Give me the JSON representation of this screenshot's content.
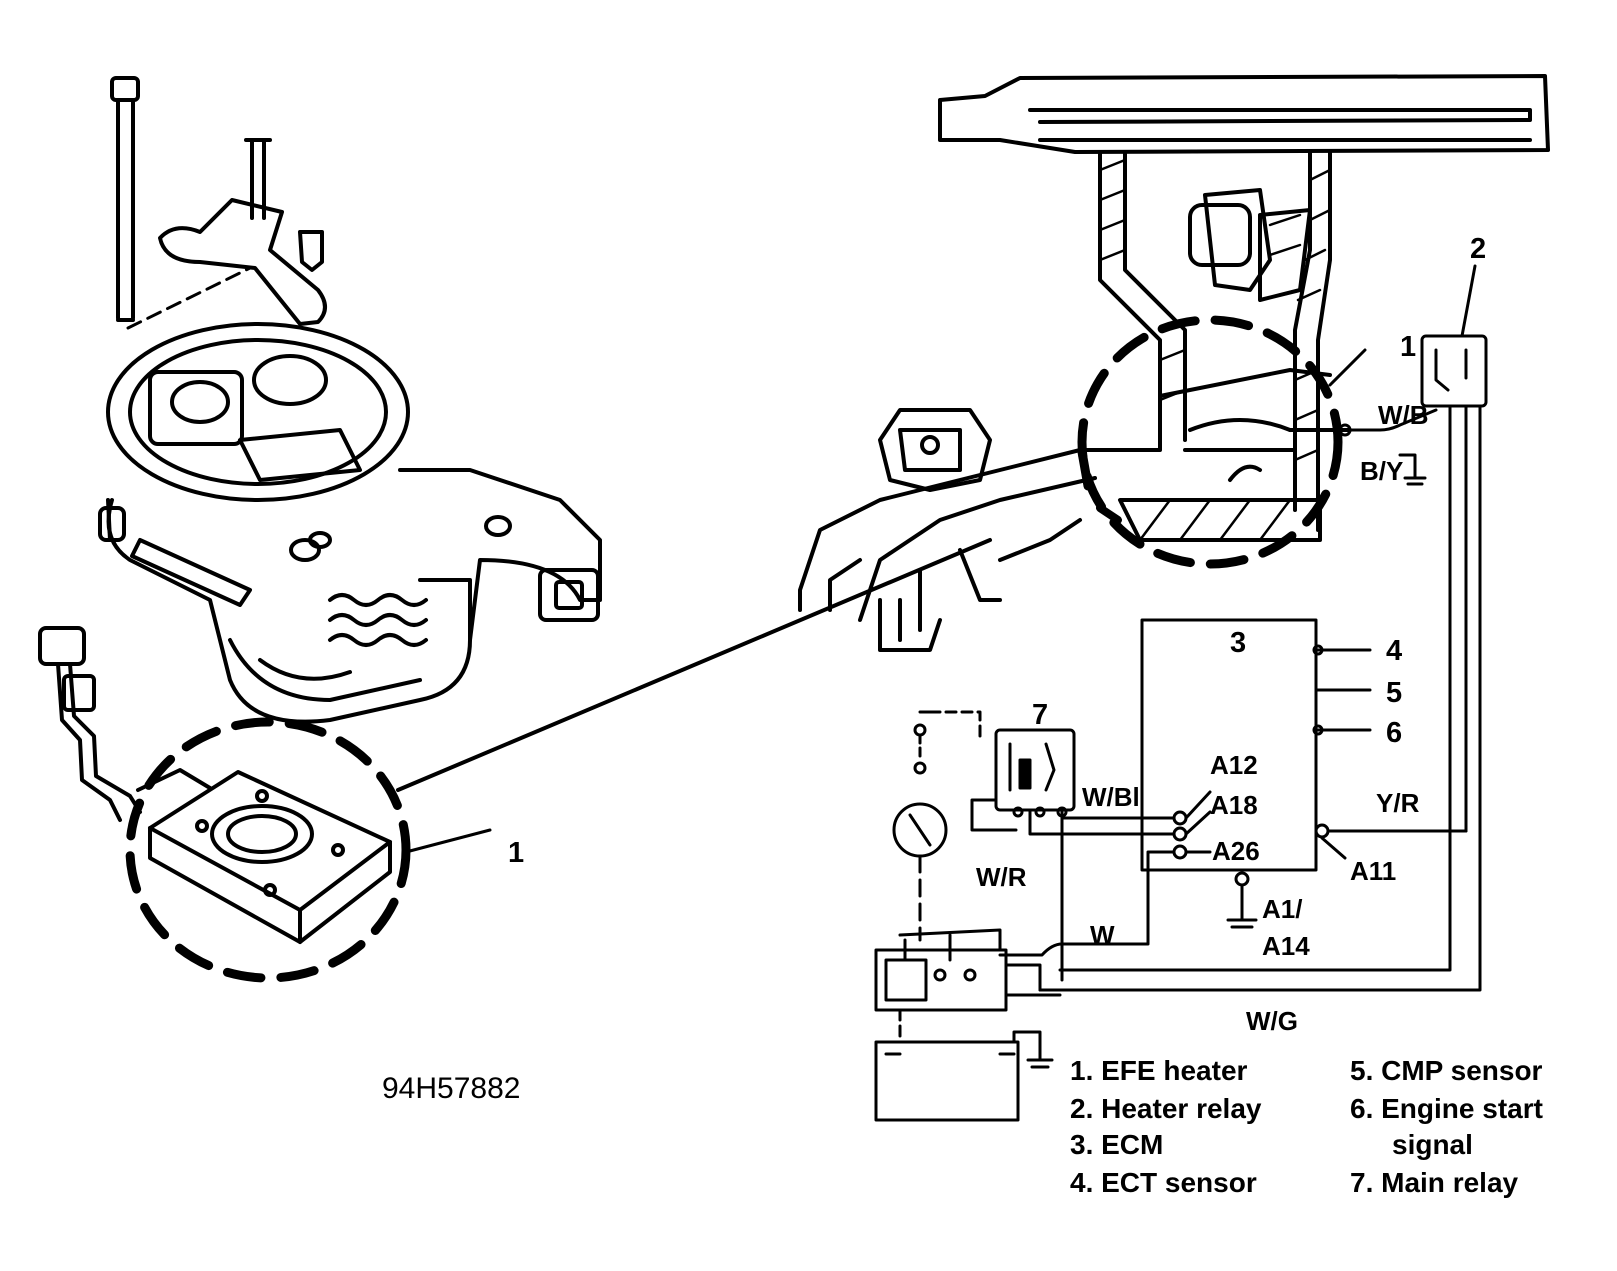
{
  "figure_code": "94H57882",
  "callouts": {
    "c1_left": "1",
    "c1_right": "1",
    "c2": "2",
    "c3": "3",
    "c4": "4",
    "c5": "5",
    "c6": "6",
    "c7": "7"
  },
  "wire_colors": {
    "wb_heater": "W/B",
    "by_ground": "B/Y",
    "wbl": "W/Bl",
    "yr": "Y/R",
    "wr": "W/R",
    "w": "W",
    "wg": "W/G"
  },
  "ecm_pins": {
    "a12": "A12",
    "a18": "A18",
    "a26": "A26",
    "a11": "A11",
    "a1": "A1/",
    "a14": "A14"
  },
  "legend": {
    "item1": "1. EFE heater",
    "item2": "2. Heater relay",
    "item3": "3. ECM",
    "item4": "4. ECT sensor",
    "item5": "5. CMP sensor",
    "item6a": "6. Engine start",
    "item6b": "signal",
    "item7": "7. Main relay"
  },
  "colors": {
    "ink": "#000000",
    "paper": "#ffffff"
  }
}
